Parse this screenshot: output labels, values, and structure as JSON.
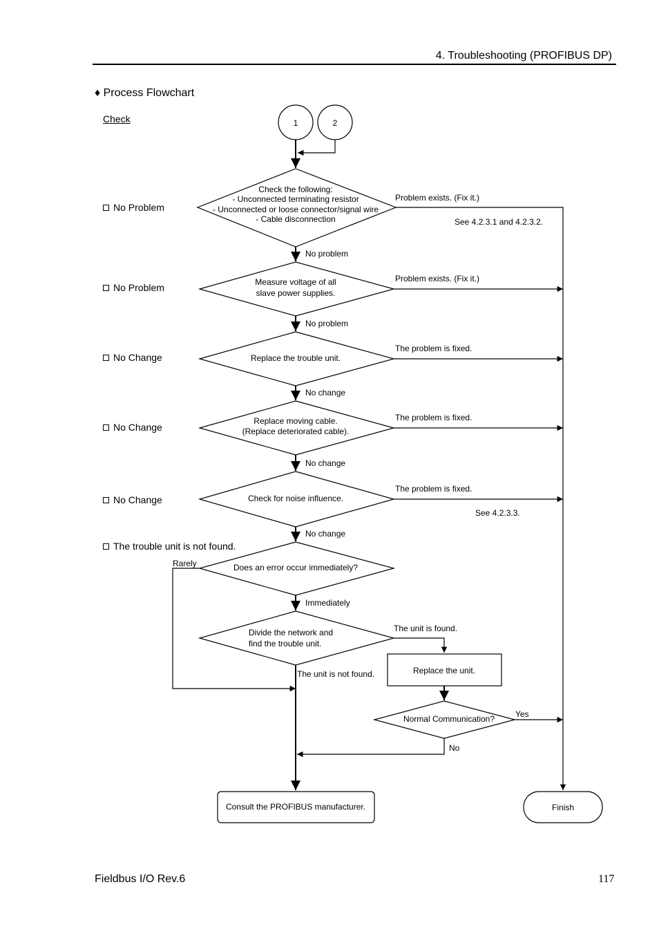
{
  "header": {
    "title": "4. Troubleshooting (PROFIBUS DP)"
  },
  "section_title": "♦ Process Flowchart",
  "check_heading": "Check",
  "check_items": [
    "No Problem",
    "No Problem",
    "No Change",
    "No Change",
    "No Change",
    "The trouble unit is not found."
  ],
  "connectors": [
    "1",
    "2"
  ],
  "decisions": {
    "d1": [
      "Check the following:",
      "- Unconnected terminating resistor",
      "- Unconnected or loose connector/signal wire",
      "- Cable disconnection"
    ],
    "d2": [
      "Measure voltage of all",
      "slave power supplies."
    ],
    "d3": [
      "Replace the trouble unit."
    ],
    "d4": [
      "Replace moving cable.",
      "(Replace deteriorated cable)."
    ],
    "d5": [
      "Check for noise influence."
    ],
    "d6": [
      "Does an error occur immediately?"
    ],
    "d7": [
      "Divide    the    network    and",
      "find the trouble unit."
    ],
    "d8": [
      "Normal Communication?"
    ]
  },
  "process_box": "Replace the unit.",
  "terminals": {
    "consult": "Consult the PROFIBUS manufacturer.",
    "finish": "Finish"
  },
  "flow_labels": {
    "problem_exists_1": "Problem exists. (Fix it.)",
    "see_1": "See 4.2.3.1 and 4.2.3.2.",
    "no_problem_1": "No problem",
    "problem_exists_2": "Problem exists. (Fix it.)",
    "no_problem_2": "No problem",
    "fixed_1": "The problem is fixed.",
    "no_change_1": "No change",
    "fixed_2": "The problem is fixed.",
    "no_change_2": "No change",
    "fixed_3": "The problem is fixed.",
    "see_2": "See 4.2.3.3.",
    "no_change_3": "No change",
    "rarely": "Rarely",
    "immediately": "Immediately",
    "unit_found": "The unit is found.",
    "unit_not_found": "The unit is not found.",
    "yes": "Yes",
    "no": "No"
  },
  "footer": {
    "doc": "Fieldbus I/O Rev.6",
    "page": "117"
  }
}
